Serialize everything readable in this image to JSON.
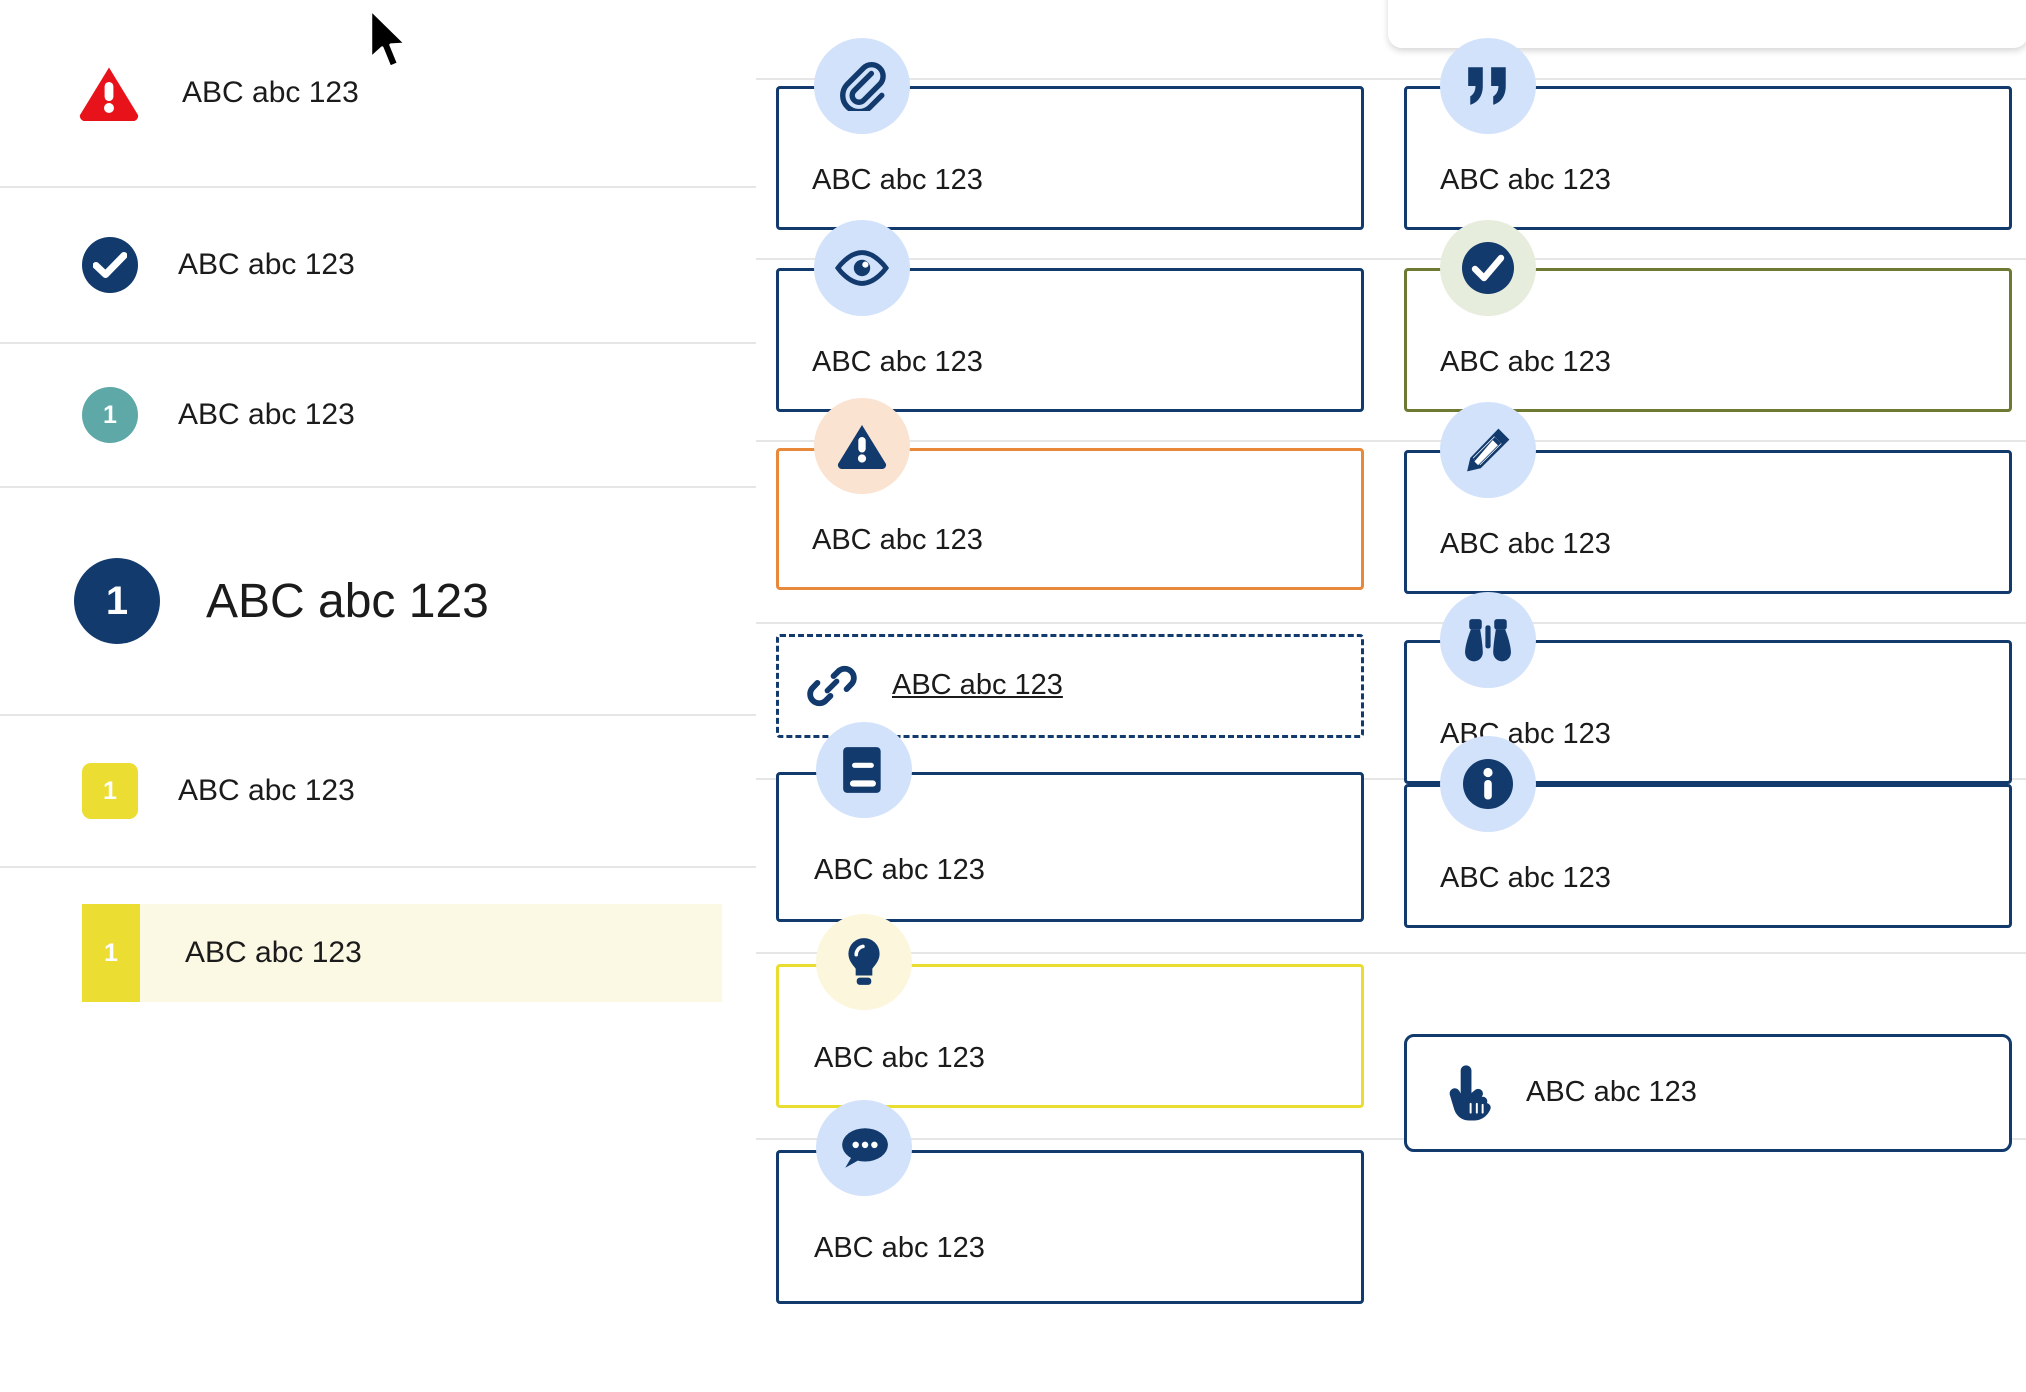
{
  "sidebar": {
    "items": [
      {
        "id": "alert",
        "icon": "warning-triangle-icon",
        "label": "ABC abc 123",
        "badge_text": "",
        "badge_color": "#e8121a"
      },
      {
        "id": "done",
        "icon": "check-circle-icon",
        "label": "ABC abc 123",
        "badge_text": "",
        "badge_color": "#123a6d"
      },
      {
        "id": "teal",
        "icon": "number-badge-icon",
        "label": "ABC abc 123",
        "badge_text": "1",
        "badge_color": "#5fa8a8"
      },
      {
        "id": "primary",
        "icon": "number-badge-icon",
        "label": "ABC abc 123",
        "badge_text": "1",
        "badge_color": "#123a6d"
      },
      {
        "id": "yellow",
        "icon": "number-badge-icon",
        "label": "ABC abc 123",
        "badge_text": "1",
        "badge_color": "#ecdd32"
      },
      {
        "id": "yellow-selected",
        "icon": "number-badge-icon",
        "label": "ABC abc 123",
        "badge_text": "1",
        "badge_color": "#ecdd32"
      }
    ],
    "selected_row_background": "#fbf8e3"
  },
  "center_column": {
    "cards": [
      {
        "id": "attachment",
        "icon": "paperclip-icon",
        "label": "ABC abc 123",
        "border_color": "#123a6d",
        "bubble_color": "#d3e2fb",
        "style": "solid"
      },
      {
        "id": "preview",
        "icon": "eye-icon",
        "label": "ABC abc 123",
        "border_color": "#123a6d",
        "bubble_color": "#d3e2fb",
        "style": "solid"
      },
      {
        "id": "warning",
        "icon": "warning-triangle-icon",
        "label": "ABC abc 123",
        "border_color": "#e8883a",
        "bubble_color": "#fbe3d2",
        "style": "solid"
      },
      {
        "id": "link",
        "icon": "chain-link-icon",
        "label": "ABC abc 123",
        "border_color": "#123a6d",
        "bubble_color": "transparent",
        "style": "dashed"
      },
      {
        "id": "book",
        "icon": "book-icon",
        "label": "ABC abc 123",
        "border_color": "#123a6d",
        "bubble_color": "#d3e2fb",
        "style": "solid"
      },
      {
        "id": "idea",
        "icon": "lightbulb-icon",
        "label": "ABC abc 123",
        "border_color": "#e9dd2f",
        "bubble_color": "#fbf6dc",
        "style": "solid"
      },
      {
        "id": "comment",
        "icon": "chat-bubble-icon",
        "label": "ABC abc 123",
        "border_color": "#123a6d",
        "bubble_color": "#d3e2fb",
        "style": "solid"
      }
    ]
  },
  "right_column": {
    "cards": [
      {
        "id": "quote",
        "icon": "quotation-marks-icon",
        "label": "ABC abc 123",
        "border_color": "#123a6d",
        "bubble_color": "#d3e2fb",
        "style": "solid"
      },
      {
        "id": "confirmed",
        "icon": "check-circle-icon",
        "label": "ABC abc 123",
        "border_color": "#6e7a32",
        "bubble_color": "#e7eddc",
        "style": "solid"
      },
      {
        "id": "edit",
        "icon": "pencil-icon",
        "label": "ABC abc 123",
        "border_color": "#123a6d",
        "bubble_color": "#d3e2fb",
        "style": "solid"
      },
      {
        "id": "observe",
        "icon": "binoculars-icon",
        "label": "ABC abc 123",
        "border_color": "#123a6d",
        "bubble_color": "#d3e2fb",
        "style": "solid"
      },
      {
        "id": "info",
        "icon": "info-circle-icon",
        "label": "ABC abc 123",
        "border_color": "#123a6d",
        "bubble_color": "#d3e2fb",
        "style": "solid"
      },
      {
        "id": "action",
        "icon": "pointing-hand-icon",
        "label": "ABC abc 123",
        "border_color": "#123a6d",
        "bubble_color": "transparent",
        "style": "rounded"
      }
    ]
  },
  "colors": {
    "navy": "#123a6d",
    "red": "#e8121a",
    "orange": "#e8883a",
    "olive": "#6e7a32",
    "yellow": "#ecdd32",
    "teal": "#5fa8a8",
    "bubble_blue": "#d3e2fb",
    "bubble_peach": "#fbe3d2",
    "bubble_mint": "#e7eddc",
    "bubble_cream": "#fbf6dc",
    "divider": "#e6e6e6"
  }
}
